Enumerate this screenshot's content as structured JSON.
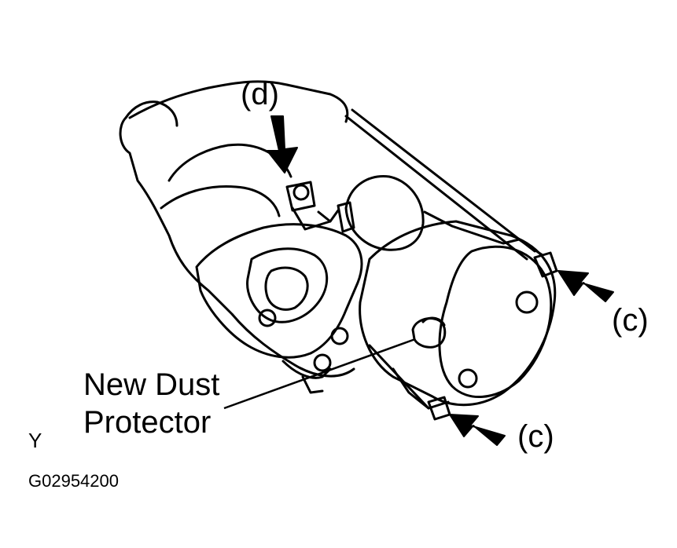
{
  "labels": {
    "bolt_d": "(d)",
    "bolt_c_upper": "(c)",
    "bolt_c_lower": "(c)",
    "callout_line1": "New Dust",
    "callout_line2": "Protector",
    "corner_mark": "Y",
    "figure_code": "G02954200"
  },
  "colors": {
    "ink": "#000000",
    "paper": "#ffffff"
  }
}
